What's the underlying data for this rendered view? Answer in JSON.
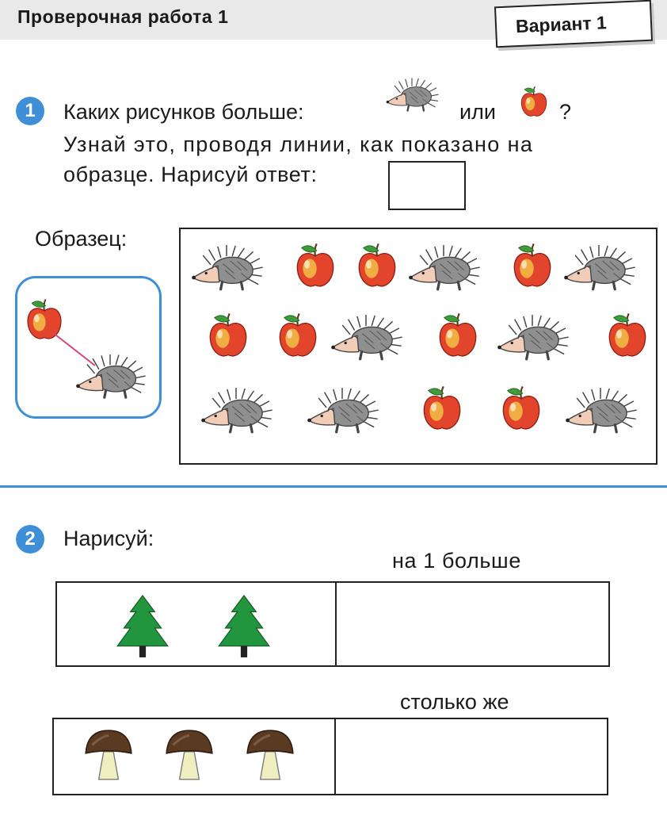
{
  "header": {
    "title": "Проверочная работа 1",
    "variant": "Вариант 1"
  },
  "task1": {
    "number": "1",
    "line1_part1": "Каких рисунков больше:",
    "line1_or": "или",
    "line1_question": "?",
    "line2": "Узнай это, проводя линии, как показано на",
    "line3": "образце. Нарисуй ответ:",
    "sample_label": "Образец:",
    "grid_rows": [
      [
        "hedgehog",
        "apple",
        "apple",
        "hedgehog",
        "apple",
        "hedgehog"
      ],
      [
        "apple",
        "apple",
        "hedgehog",
        "apple",
        "hedgehog",
        "apple"
      ],
      [
        "hedgehog",
        "hedgehog",
        "apple",
        "apple",
        "hedgehog"
      ]
    ]
  },
  "task2": {
    "number": "2",
    "instruction": "Нарисуй:",
    "row1_label": "на 1 больше",
    "row1_items": [
      "tree",
      "tree"
    ],
    "row2_label": "столько же",
    "row2_items": [
      "mushroom",
      "mushroom",
      "mushroom"
    ]
  },
  "colors": {
    "accent_blue": "#3f8fd6",
    "apple_red": "#d93a2a",
    "tree_green": "#1f8f3a"
  }
}
